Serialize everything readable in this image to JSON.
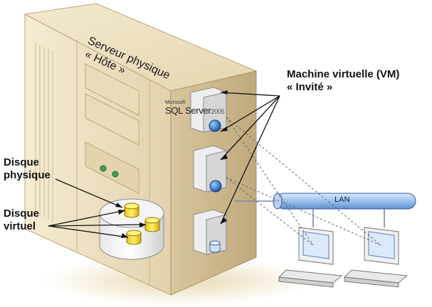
{
  "labels": {
    "host_line1": "Serveur physique",
    "host_line2": "« Hôte »",
    "vm_line1": "Machine virtuelle (VM)",
    "vm_line2": "« Invité »",
    "phys_disk_line1": "Disque",
    "phys_disk_line2": "physique",
    "virt_disk_line1": "Disque",
    "virt_disk_line2": "virtuel",
    "lan": "LAN",
    "sql_brand": "Microsoft",
    "sql_name": "SQL Server",
    "sql_year": "2005"
  }
}
